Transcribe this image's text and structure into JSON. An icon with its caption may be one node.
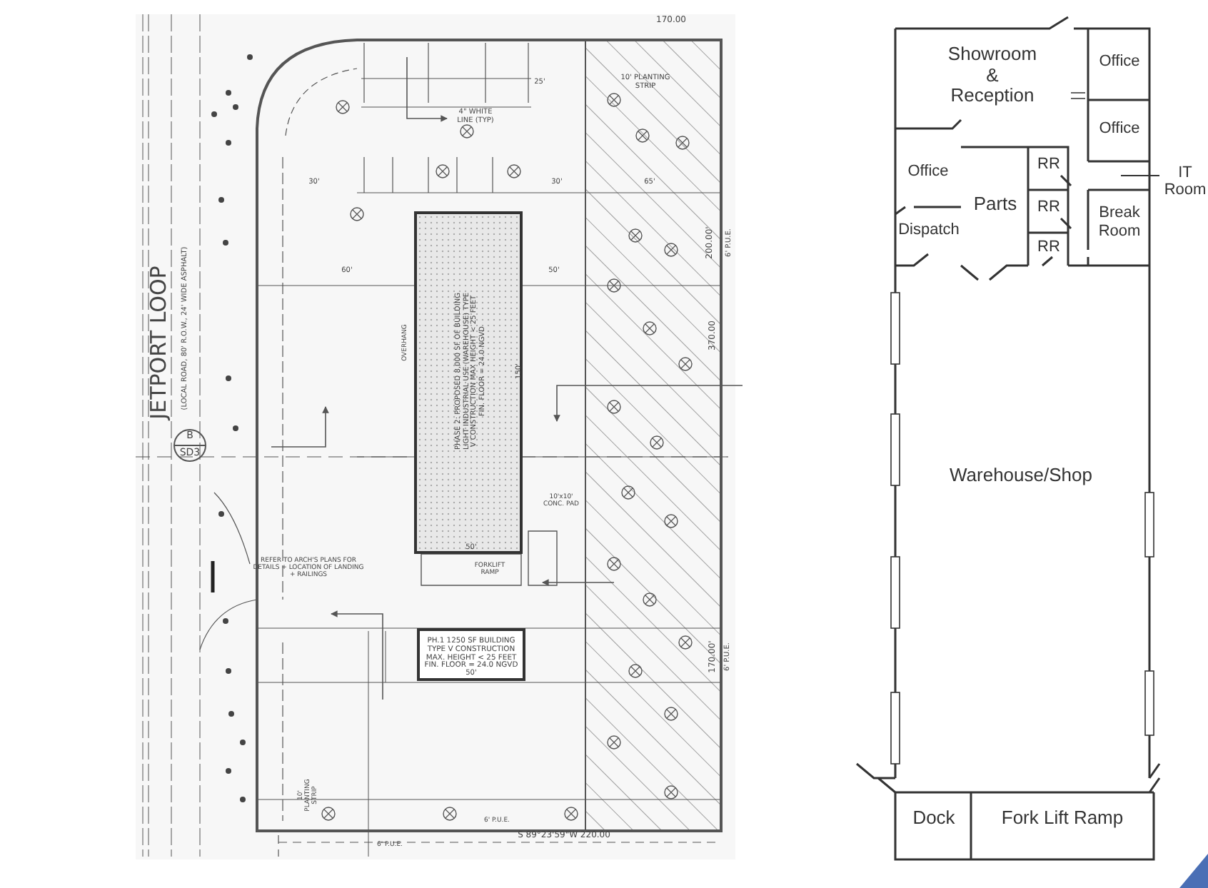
{
  "diagram": {
    "nodes": [
      {
        "text": [
          "PHASE 2: PROPOSED 8,000 SF OF BUILDING LIGHT INDUSTRIAL USE (WAREHOUSE) TYPE V CONSTRUCTION MAX HEIGHT < 25 FEET FIN. FLOOR = 24.0 NGVD"
        ]
      },
      {
        "text": [
          "PH.1 1250 SF BUILDING TYPE V CONSTRUCTION MAX. HEIGHT < 25 FEET FIN. FLOOR = 24.0 NGVD"
        ]
      },
      {
        "text": [
          "Showroom & Reception"
        ]
      },
      {
        "text": [
          "Office"
        ]
      },
      {
        "text": [
          "Office"
        ]
      },
      {
        "text": [
          "Office"
        ]
      },
      {
        "text": [
          "Parts"
        ]
      },
      {
        "text": [
          "RR"
        ]
      },
      {
        "text": [
          "RR"
        ]
      },
      {
        "text": [
          "RR"
        ]
      },
      {
        "text": [
          "Break Room"
        ]
      },
      {
        "text": [
          "Dispatch"
        ]
      },
      {
        "text": [
          "Warehouse/Shop"
        ]
      },
      {
        "text": [
          "Dock"
        ]
      },
      {
        "text": [
          "Fork Lift Ramp"
        ]
      }
    ],
    "labels": [
      "170.00",
      "10' PLANTING STRIP",
      "4\" WHITE LINE (TYP)",
      "25'",
      "30'",
      "30'",
      "65'",
      "60'",
      "50'",
      "200.00'",
      "6' P.U.E.",
      "JETPORT LOOP",
      "(LOCAL ROAD, 80' R.O.W., 24' WIDE ASPHALT)",
      "B",
      "SD3",
      "OVERHANG",
      "150'",
      "370.00",
      "10'x10' CONC. PAD",
      "50'",
      "REFER TO ARCH'S PLANS FOR DETAILS + LOCATION OF LANDING + RAILINGS",
      "FORKLIFT RAMP",
      "50'",
      "170.00'",
      "6' P.U.E.",
      "10' PLANTING STRIP",
      "6' P.U.E.",
      "6' P.U.E.",
      "S 89°23'59\"W 220.00",
      "IT Room"
    ]
  }
}
